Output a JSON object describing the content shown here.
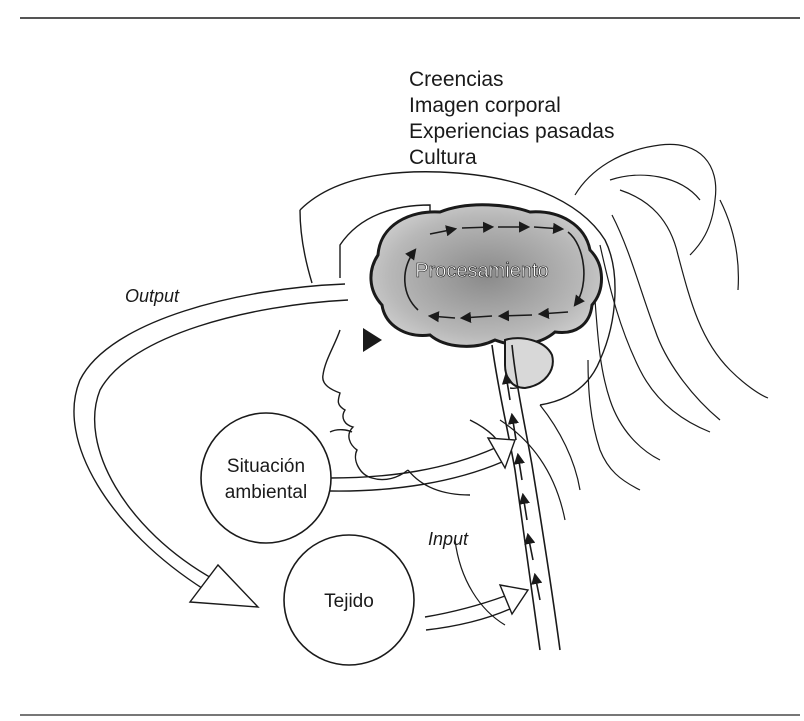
{
  "factors": [
    "Creencias",
    "Imagen corporal",
    "Experiencias pasadas",
    "Cultura"
  ],
  "processing_label": "Procesamiento",
  "output_label": "Output",
  "input_label": "Input",
  "situation": {
    "line1": "Situación",
    "line2": "ambiental"
  },
  "tissue_label": "Tejido",
  "colors": {
    "ink": "#1a1a1a",
    "brain_fill": "#9a9a9a",
    "paper": "#ffffff"
  }
}
